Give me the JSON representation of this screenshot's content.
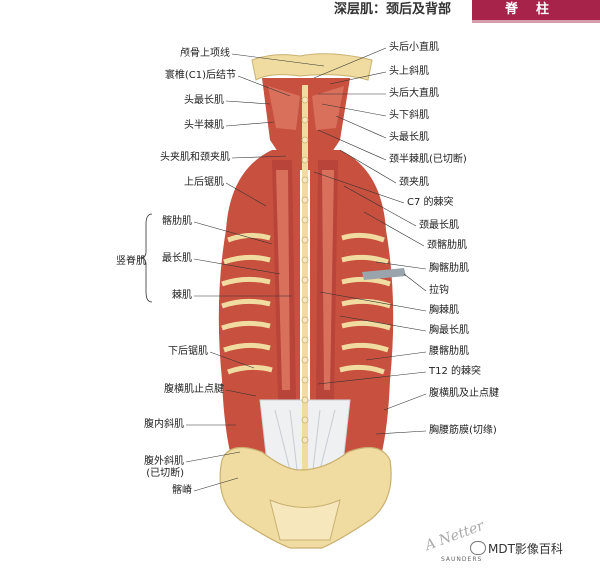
{
  "header": {
    "title": "深层肌：颈后及背部",
    "section": "脊柱"
  },
  "labels_left": [
    "颅骨上项线",
    "寰椎(C1)后结节",
    "头最长肌",
    "头半棘肌",
    "头夹肌和颈夹肌",
    "上后锯肌",
    "髂肋肌",
    "最长肌",
    "棘肌",
    "下后锯肌",
    "腹横肌止点腱",
    "腹内斜肌",
    "腹外斜肌",
    "(已切断)",
    "髂嵴"
  ],
  "group_label": "竖脊肌",
  "labels_right": [
    "头后小直肌",
    "头上斜肌",
    "头后大直肌",
    "头下斜肌",
    "头最长肌",
    "颈半棘肌(已切断)",
    "颈夹肌",
    "C7 的棘突",
    "颈最长肌",
    "颈髂肋肌",
    "胸髂肋肌",
    "拉钩",
    "胸棘肌",
    "胸最长肌",
    "腰髂肋肌",
    "T12 的棘突",
    "腹横肌及止点腱",
    "胸腰筋膜(切缘)"
  ],
  "watermark": "MDT影像百科",
  "publisher": "SAUNDERS",
  "colors": {
    "muscle": "#c8503f",
    "muscle_light": "#e08a78",
    "bone": "#f0dca0",
    "fascia": "#eef0f2",
    "accent": "#a8234a"
  }
}
